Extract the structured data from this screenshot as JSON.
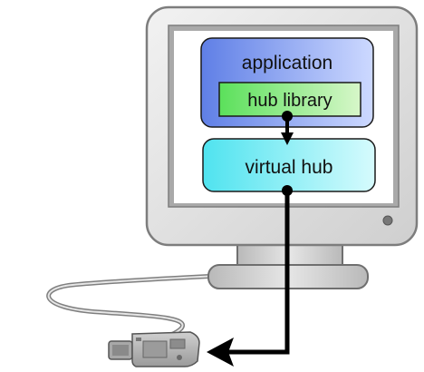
{
  "diagram": {
    "application_label": "application",
    "hub_library_label": "hub library",
    "virtual_hub_label": "virtual hub"
  },
  "colors": {
    "monitor_body": "#d9d9d9",
    "monitor_outline": "#8c8c8c",
    "screen_bg": "#ffffff",
    "application_fill_left": "#5f7fe6",
    "application_fill_right": "#cdd9ff",
    "hub_library_fill_left": "#5be05b",
    "hub_library_fill_right": "#d7f7c9",
    "virtual_hub_fill_left": "#4fe3ef",
    "virtual_hub_fill_right": "#d6fbfd",
    "connector": "#000000",
    "cable": "#7f7f7f",
    "device_fill": "#b3b3b3"
  }
}
